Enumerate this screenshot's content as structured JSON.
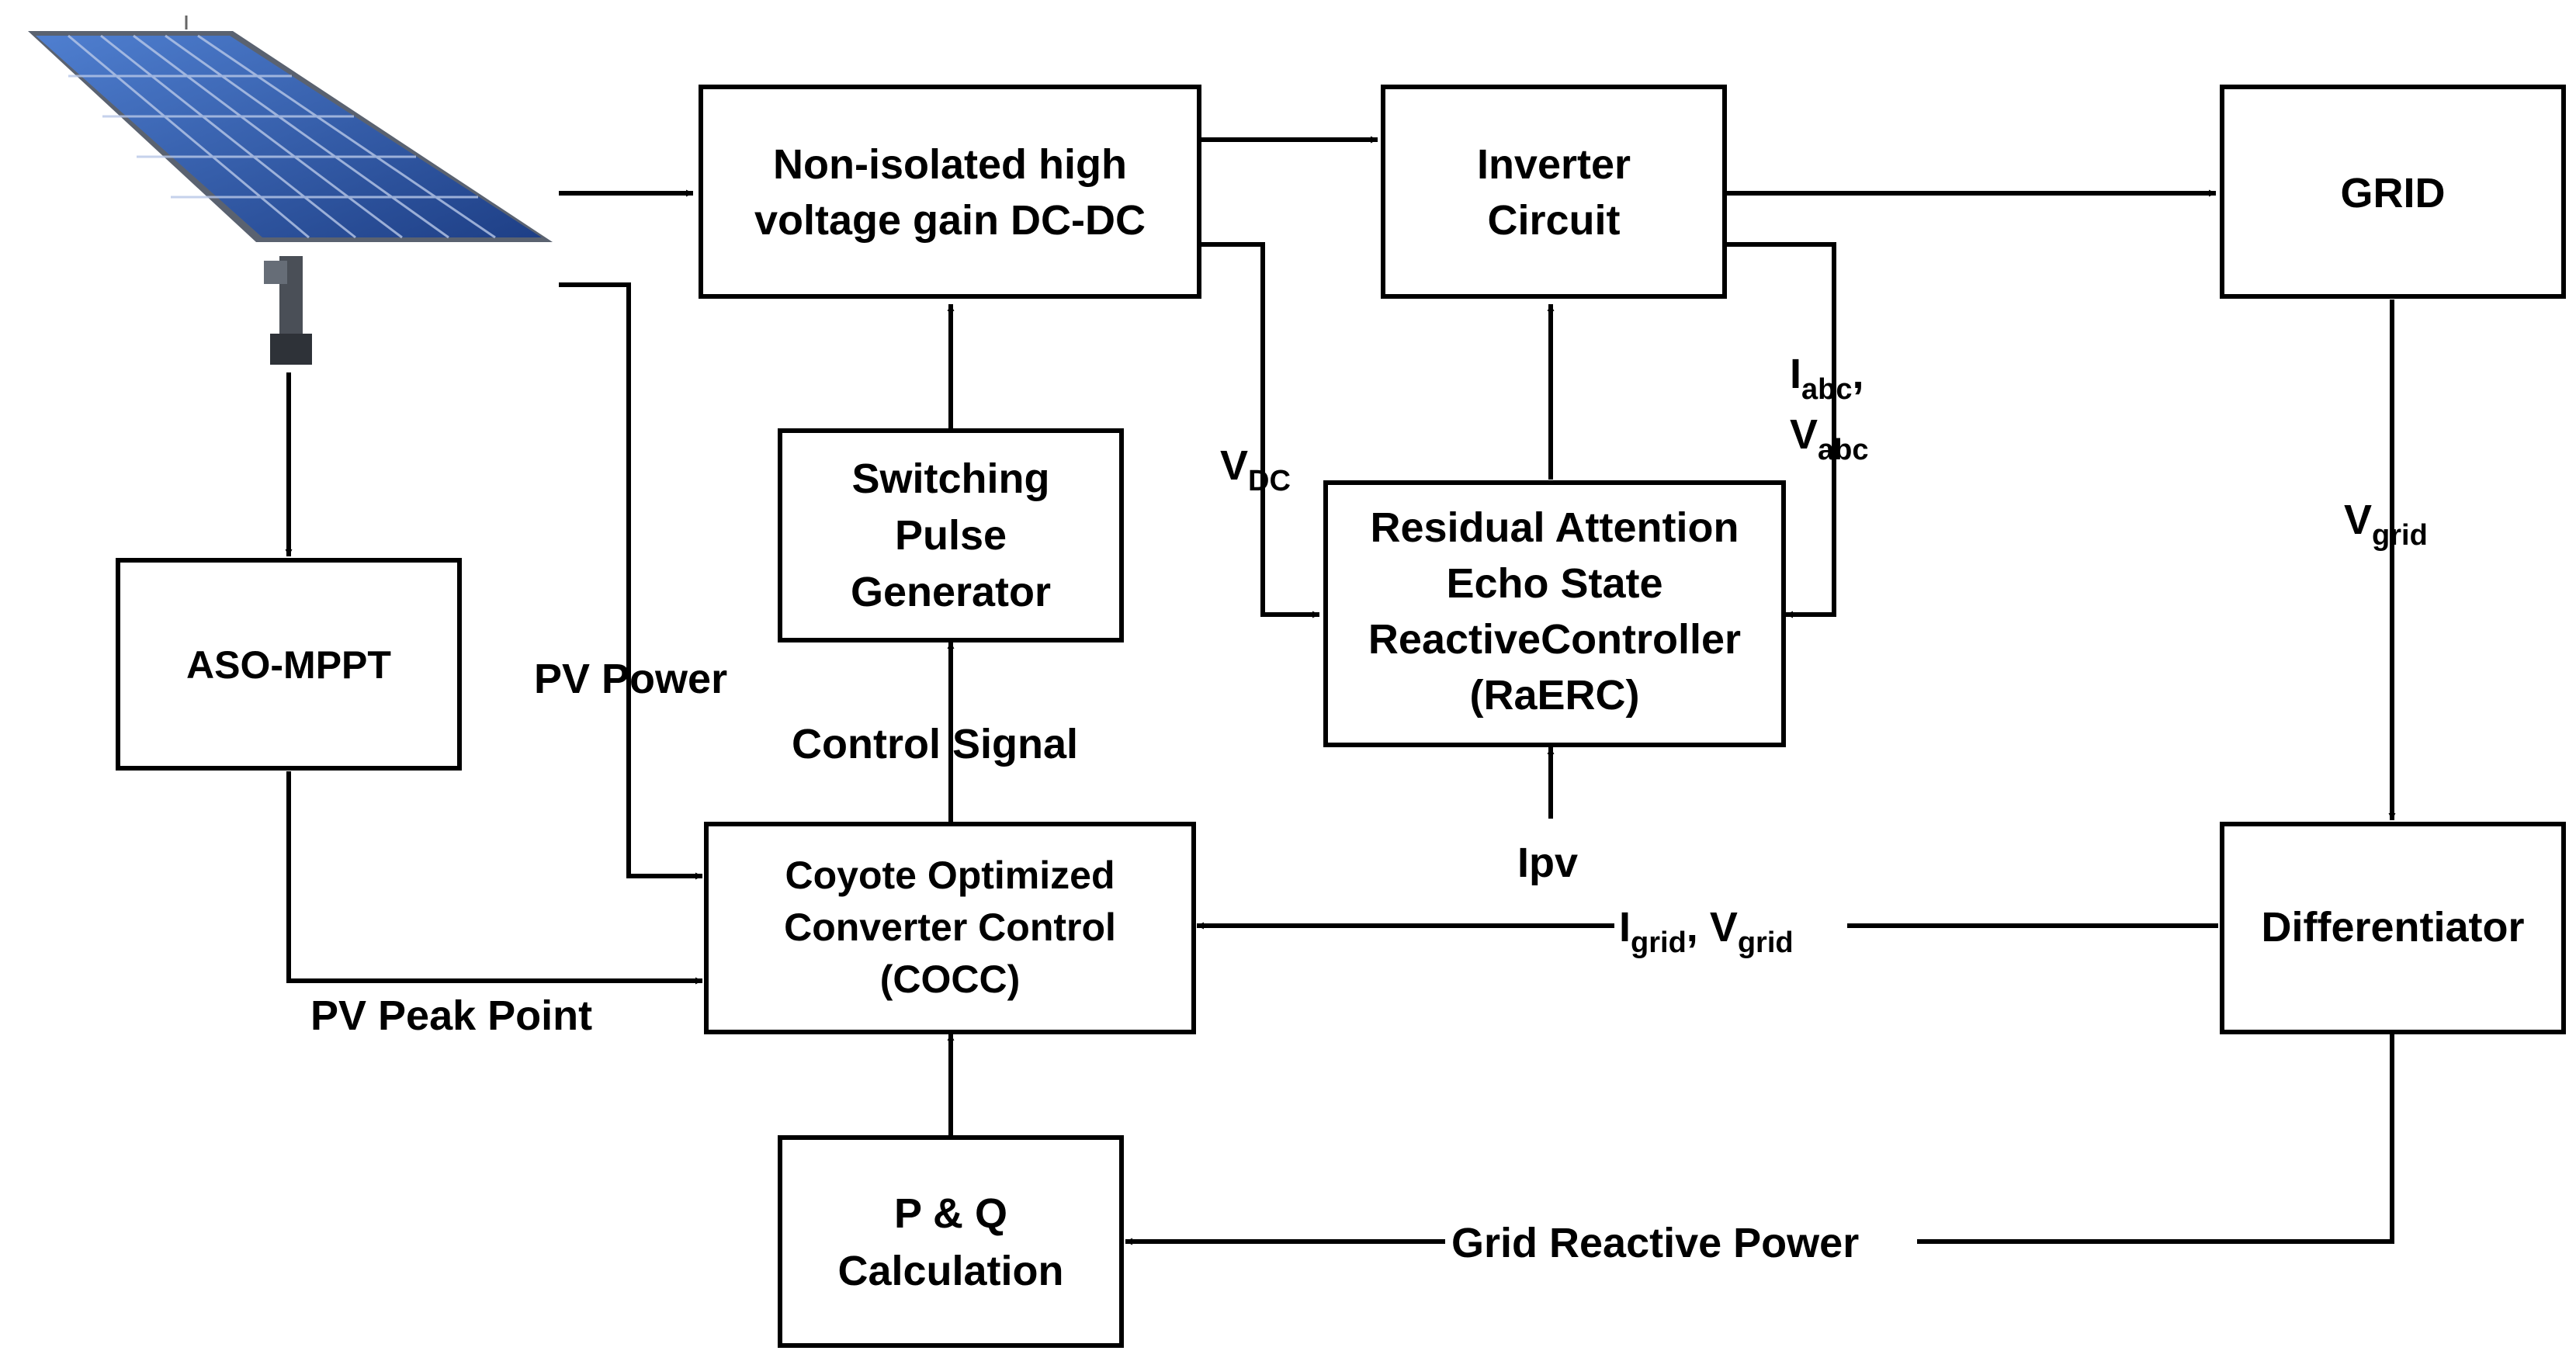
{
  "colors": {
    "stroke": "#000000",
    "background": "#ffffff",
    "panel_blue": "#2f55a4",
    "panel_frame": "#5a6270"
  },
  "icons": {
    "pv_array": "solar-panel-icon"
  },
  "blocks": {
    "dcdc": [
      "Non-isolated high",
      "voltage gain DC-DC"
    ],
    "inverter": [
      "Inverter",
      "Circuit"
    ],
    "grid": [
      "GRID"
    ],
    "switching": [
      "Switching",
      "Pulse",
      "Generator"
    ],
    "raerc": [
      "Residual Attention",
      "Echo State",
      "ReactiveController",
      "(RaERC)"
    ],
    "aso": [
      "ASO-MPPT"
    ],
    "cocc": [
      "Coyote Optimized",
      "Converter Control",
      "(COCC)"
    ],
    "differentiator": [
      "Differentiator"
    ],
    "pq": [
      "P & Q",
      "Calculation"
    ]
  },
  "labels": {
    "pv_power": "PV Power",
    "control_signal": "Control Signal",
    "pv_peak_point": "PV Peak Point",
    "ipv": "Ipv",
    "grid_reactive_power": "Grid Reactive Power",
    "vdc_main": "V",
    "vdc_sub": "DC",
    "iabc_main": "I",
    "iabc_sub": "abc",
    "iabc_comma": ",",
    "vabc_main": "V",
    "vabc_sub": "abc",
    "vgrid_main": "V",
    "vgrid_sub": "grid",
    "igrid_main": "I",
    "igrid_sub": "grid",
    "igrid_sep": ", ",
    "vgrid2_main": "V",
    "vgrid2_sub": "grid"
  }
}
